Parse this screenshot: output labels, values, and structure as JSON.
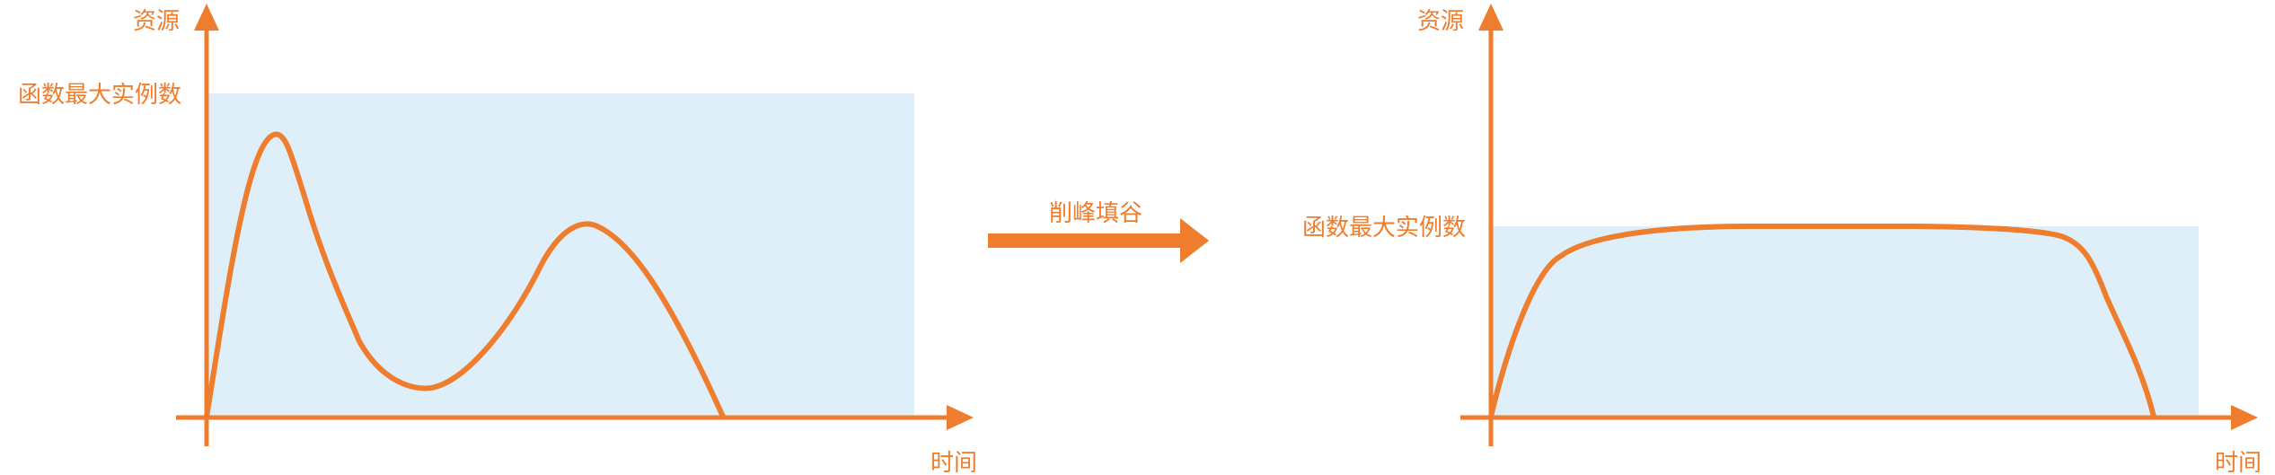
{
  "left_panel": {
    "y_axis_label": "资源",
    "x_axis_label": "时间",
    "limit_label": "函数最大实例数"
  },
  "transition": {
    "label": "削峰填谷"
  },
  "right_panel": {
    "y_axis_label": "资源",
    "x_axis_label": "时间",
    "limit_label": "函数最大实例数"
  },
  "colors": {
    "accent": "#EE7D2D",
    "capacity_fill": "#DEEFFA"
  }
}
